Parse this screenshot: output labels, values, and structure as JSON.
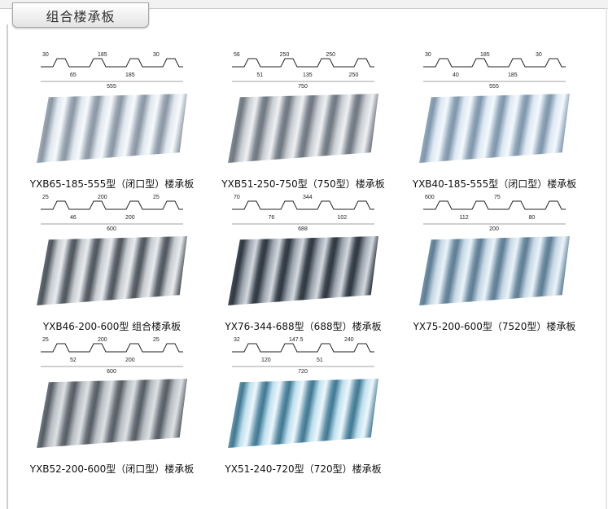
{
  "section_title": "组合楼承板",
  "products": [
    {
      "label": "YXB65-185-555型（闭口型）楼承板",
      "dims": [
        "30",
        "65",
        "185",
        "185",
        "30",
        "555"
      ]
    },
    {
      "label": "YXB51-250-750型（750型）楼承板",
      "dims": [
        "56",
        "51",
        "250",
        "135",
        "250",
        "250",
        "750"
      ]
    },
    {
      "label": "YXB40-185-555型（闭口型）楼承板",
      "dims": [
        "30",
        "40",
        "185",
        "185",
        "30",
        "555"
      ]
    },
    {
      "label": "YXB46-200-600型 组合楼承板",
      "dims": [
        "25",
        "46",
        "200",
        "200",
        "25",
        "600"
      ]
    },
    {
      "label": "YX76-344-688型（688型）楼承板",
      "dims": [
        "70",
        "76",
        "344",
        "102",
        "688"
      ]
    },
    {
      "label": "YX75-200-600型（7520型）楼承板",
      "dims": [
        "600",
        "112",
        "75",
        "80",
        "200"
      ]
    },
    {
      "label": "YXB52-200-600型（闭口型）楼承板",
      "dims": [
        "25",
        "52",
        "200",
        "200",
        "25",
        "600"
      ]
    },
    {
      "label": "YX51-240-720型（720型）楼承板",
      "dims": [
        "32",
        "120",
        "147.5",
        "51",
        "240",
        "720"
      ]
    }
  ],
  "colors": {
    "text": "#111111",
    "border": "#cfcfcf",
    "metal_light": "#e8eef4",
    "metal_dark": "#7b8590"
  }
}
